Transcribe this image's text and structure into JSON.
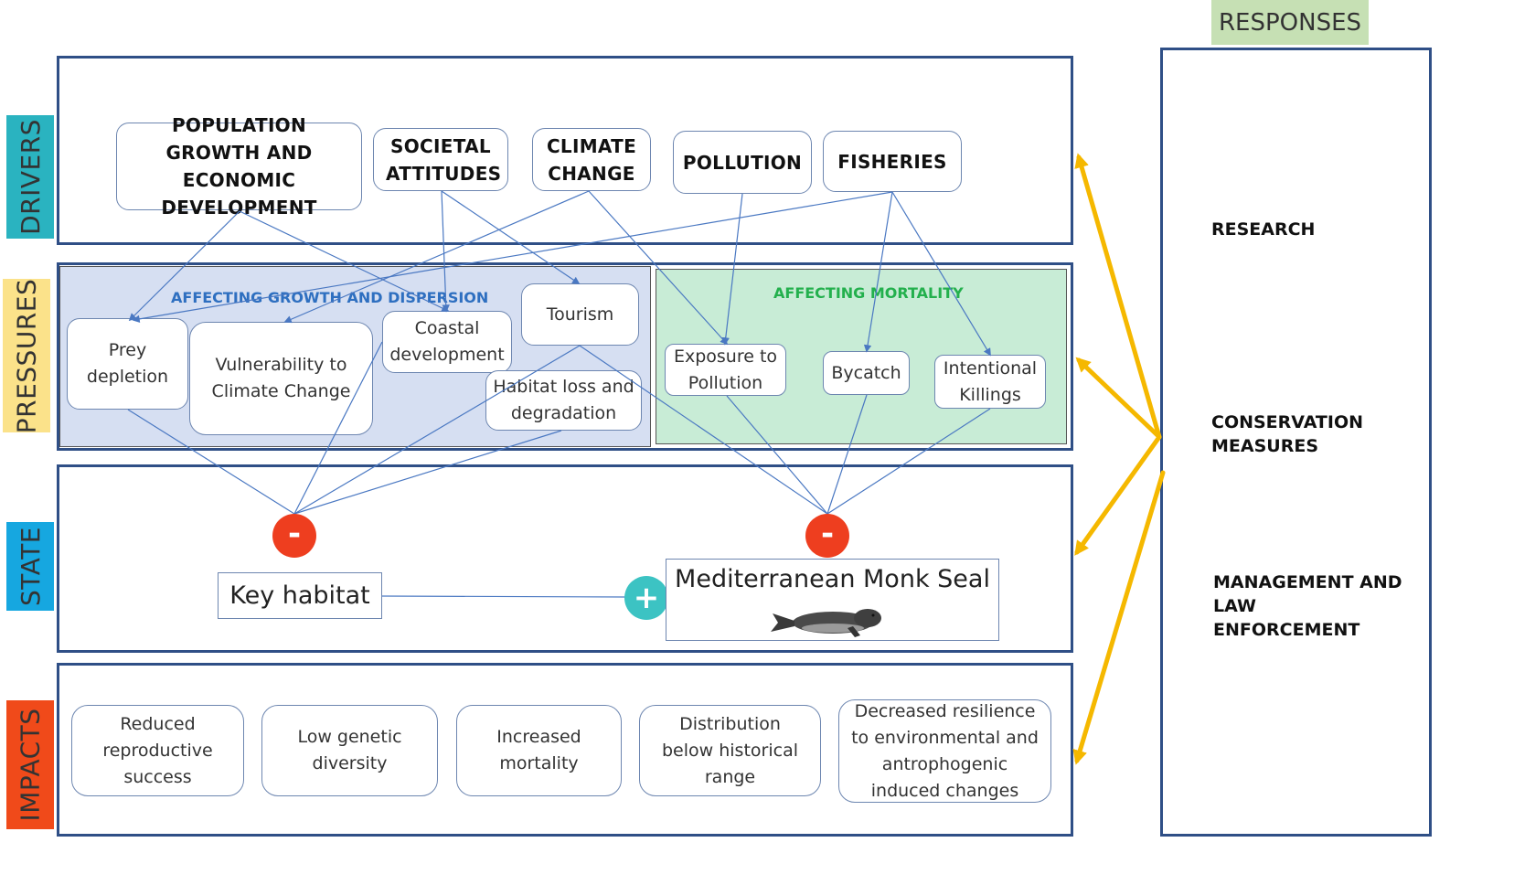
{
  "labels": {
    "drivers": "DRIVERS",
    "pressures": "PRESSURES",
    "state": "STATE",
    "impacts": "IMPACTS",
    "responses": "RESPONSES"
  },
  "drivers": [
    "POPULATION GROWTH AND ECONOMIC DEVELOPMENT",
    "SOCIETAL ATTITUDES",
    "CLIMATE CHANGE",
    "POLLUTION",
    "FISHERIES"
  ],
  "pressures": {
    "growth_group_title": "AFFECTING GROWTH AND DISPERSION",
    "mortality_group_title": "AFFECTING MORTALITY",
    "growth_items": [
      "Prey depletion",
      "Vulnerability to Climate Change",
      "Coastal development",
      "Tourism",
      "Habitat loss and degradation"
    ],
    "mortality_items": [
      "Exposure to Pollution",
      "Bycatch",
      "Intentional Killings"
    ]
  },
  "state": {
    "key_habitat": "Key habitat",
    "species": "Mediterranean Monk Seal",
    "minus_symbol": "-",
    "plus_symbol": "+"
  },
  "impacts": [
    "Reduced reproductive success",
    "Low genetic diversity",
    "Increased mortality",
    "Distribution below historical range",
    "Decreased resilience to environmental and antrophogenic induced changes"
  ],
  "responses": [
    "RESEARCH",
    "CONSERVATION MEASURES",
    "MANAGEMENT AND LAW ENFORCEMENT"
  ],
  "colors": {
    "drivers_label": "#2ab3c0",
    "pressures_label": "#fbe28a",
    "state_label": "#16a7e0",
    "impacts_label": "#f04a1a",
    "responses_label": "#c6e0b4",
    "panel_border": "#2f4f86",
    "growth_group_bg": "#d6dff2",
    "growth_title": "#2e6fc0",
    "mortality_group_bg": "#c8ecd6",
    "mortality_title": "#23b04d",
    "arrow_line": "#4a78c2",
    "response_arrow": "#f5b800",
    "minus_badge": "#ee3e1f",
    "plus_badge": "#3cc3c3"
  },
  "icons": [
    "seal-icon",
    "minus-icon",
    "plus-icon"
  ]
}
